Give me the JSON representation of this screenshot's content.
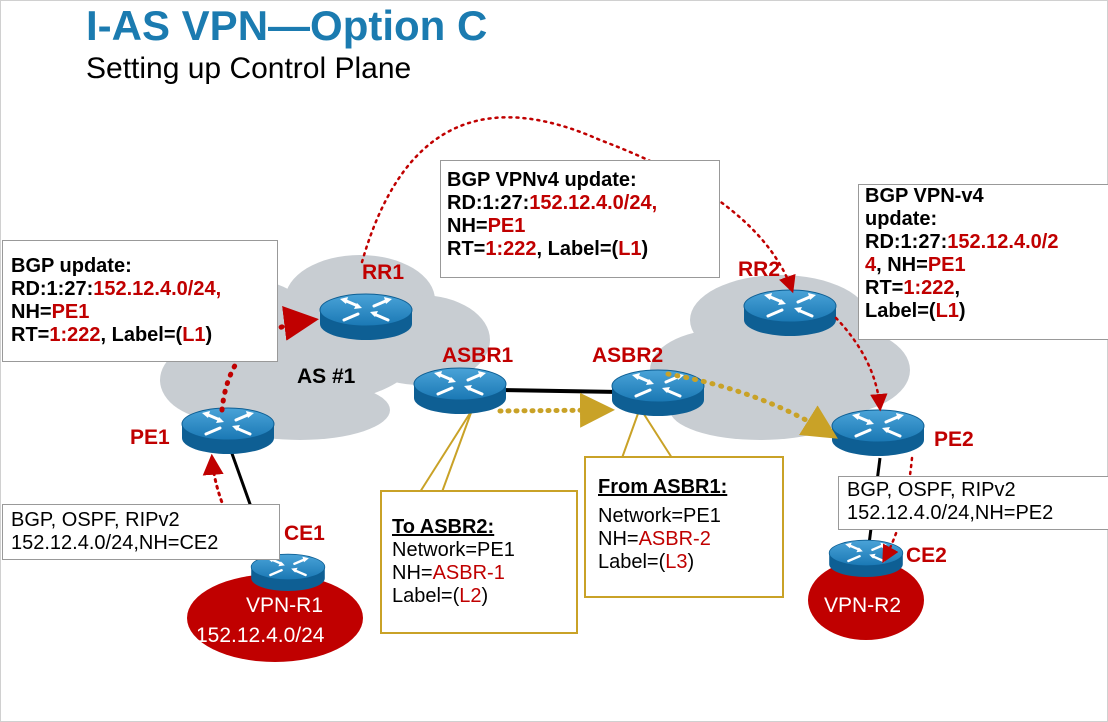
{
  "slide": {
    "title": "I-AS VPN—Option C",
    "subtitle": "Setting up Control Plane"
  },
  "labels": {
    "rr1": "RR1",
    "rr2": "RR2",
    "asbr1": "ASBR1",
    "asbr2": "ASBR2",
    "pe1": "PE1",
    "pe2": "PE2",
    "ce1": "CE1",
    "ce2": "CE2",
    "as1": "AS #1",
    "vpn_r1": "VPN-R1",
    "vpn_r1_prefix": "152.12.4.0/24",
    "vpn_r2": "VPN-R2"
  },
  "boxes": {
    "bgp_update_left": {
      "line1": "BGP update:",
      "rd_prefix": "RD:1:27:",
      "rd_value": "152.12.4.0/24,",
      "nh_prefix": "NH=",
      "nh_value": "PE1",
      "rt_prefix": "RT=",
      "rt_value": "1:222",
      "label_prefix": ", Label=(",
      "label_value": "L1",
      "label_suffix": ")"
    },
    "bgp_vpnv4_top": {
      "line1": "BGP VPNv4 update:",
      "rd_prefix": "RD:1:27:",
      "rd_value": "152.12.4.0/24,",
      "nh_prefix": "NH=",
      "nh_value": "PE1",
      "rt_prefix": "RT=",
      "rt_value": "1:222",
      "label_prefix": ", Label=(",
      "label_value": "L1",
      "label_suffix": ")"
    },
    "bgp_vpnv4_right": {
      "line1": "BGP VPN-v4",
      "line2": "update:",
      "rd_prefix": "RD:1:27:",
      "rd_value_a": "152.12.4.0/2",
      "rd_value_b": "4",
      "nh_prefix": ", NH=",
      "nh_value": "PE1",
      "rt_prefix": "RT=",
      "rt_value": "1:222",
      "rt_suffix": ",",
      "label_prefix": "Label=(",
      "label_value": "L1",
      "label_suffix": ")"
    },
    "ce1_protocols": {
      "line1": "BGP, OSPF, RIPv2",
      "line2": "152.12.4.0/24,NH=CE2"
    },
    "ce2_protocols": {
      "line1": "BGP, OSPF, RIPv2",
      "line2": "152.12.4.0/24,NH=PE2"
    },
    "to_asbr2": {
      "heading": "To ASBR2:",
      "network": "Network=PE1",
      "nh_prefix": "NH=",
      "nh_value": "ASBR-1",
      "label_prefix": "Label=(",
      "label_value": "L2",
      "label_suffix": ")"
    },
    "from_asbr1": {
      "heading": "From ASBR1:",
      "network": "Network=PE1",
      "nh_prefix": "NH=",
      "nh_value": "ASBR-2",
      "label_prefix": "Label=(",
      "label_value": "L3",
      "label_suffix": ")"
    }
  },
  "colors": {
    "title": "#1b7bb0",
    "router_label": "#c00000",
    "value_red": "#c00000",
    "cloud": "#c8cdd2",
    "router_body": "#1a78b4",
    "vpn_site": "#c00000",
    "callout_border": "#c9a227",
    "dotted_red": "#c00000",
    "dotted_gold": "#c9a227"
  }
}
